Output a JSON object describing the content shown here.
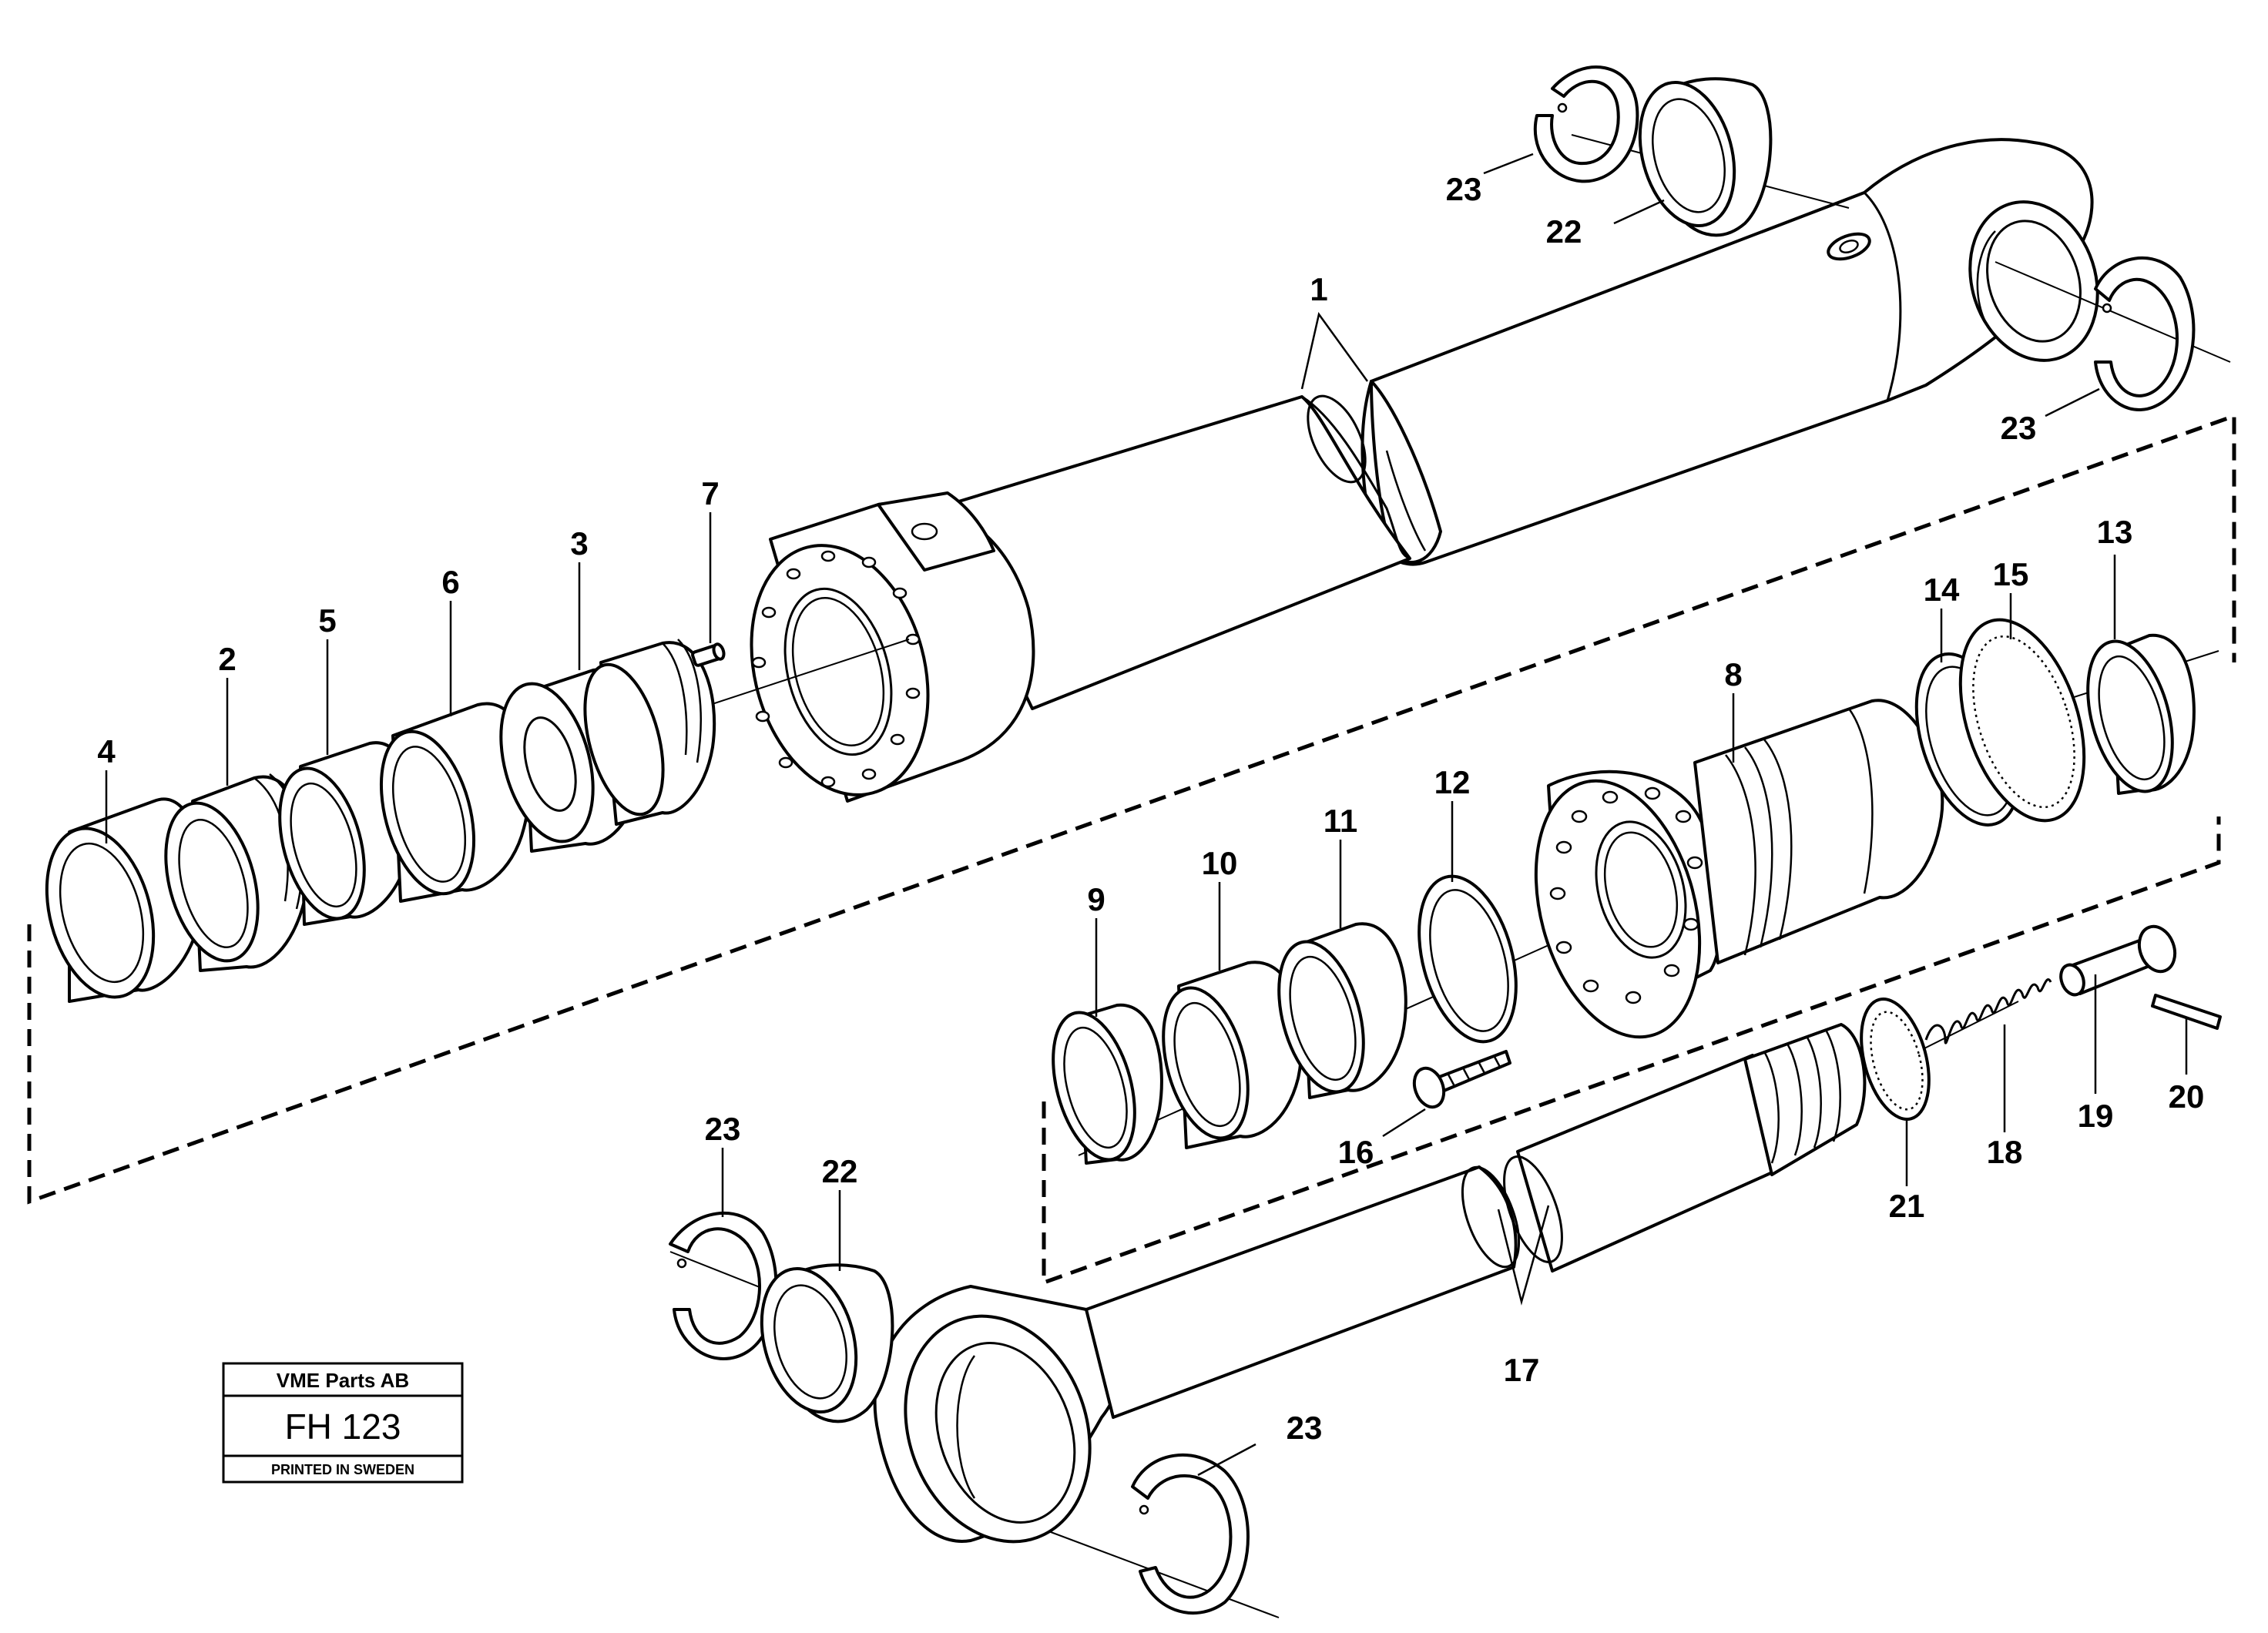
{
  "callouts": {
    "c1": "1",
    "c2": "2",
    "c3": "3",
    "c4": "4",
    "c5": "5",
    "c6": "6",
    "c7": "7",
    "c8": "8",
    "c9": "9",
    "c10": "10",
    "c11": "11",
    "c12": "12",
    "c13": "13",
    "c14": "14",
    "c15": "15",
    "c16": "16",
    "c17": "17",
    "c18": "18",
    "c19": "19",
    "c20": "20",
    "c21": "21",
    "c22_top": "22",
    "c22_bottom": "22",
    "c23_top_left": "23",
    "c23_top_right": "23",
    "c23_bottom_left": "23",
    "c23_bottom_right": "23"
  },
  "title_block": {
    "company": "VME Parts AB",
    "drawing_code": "FH 123",
    "printed": "PRINTED IN SWEDEN"
  }
}
